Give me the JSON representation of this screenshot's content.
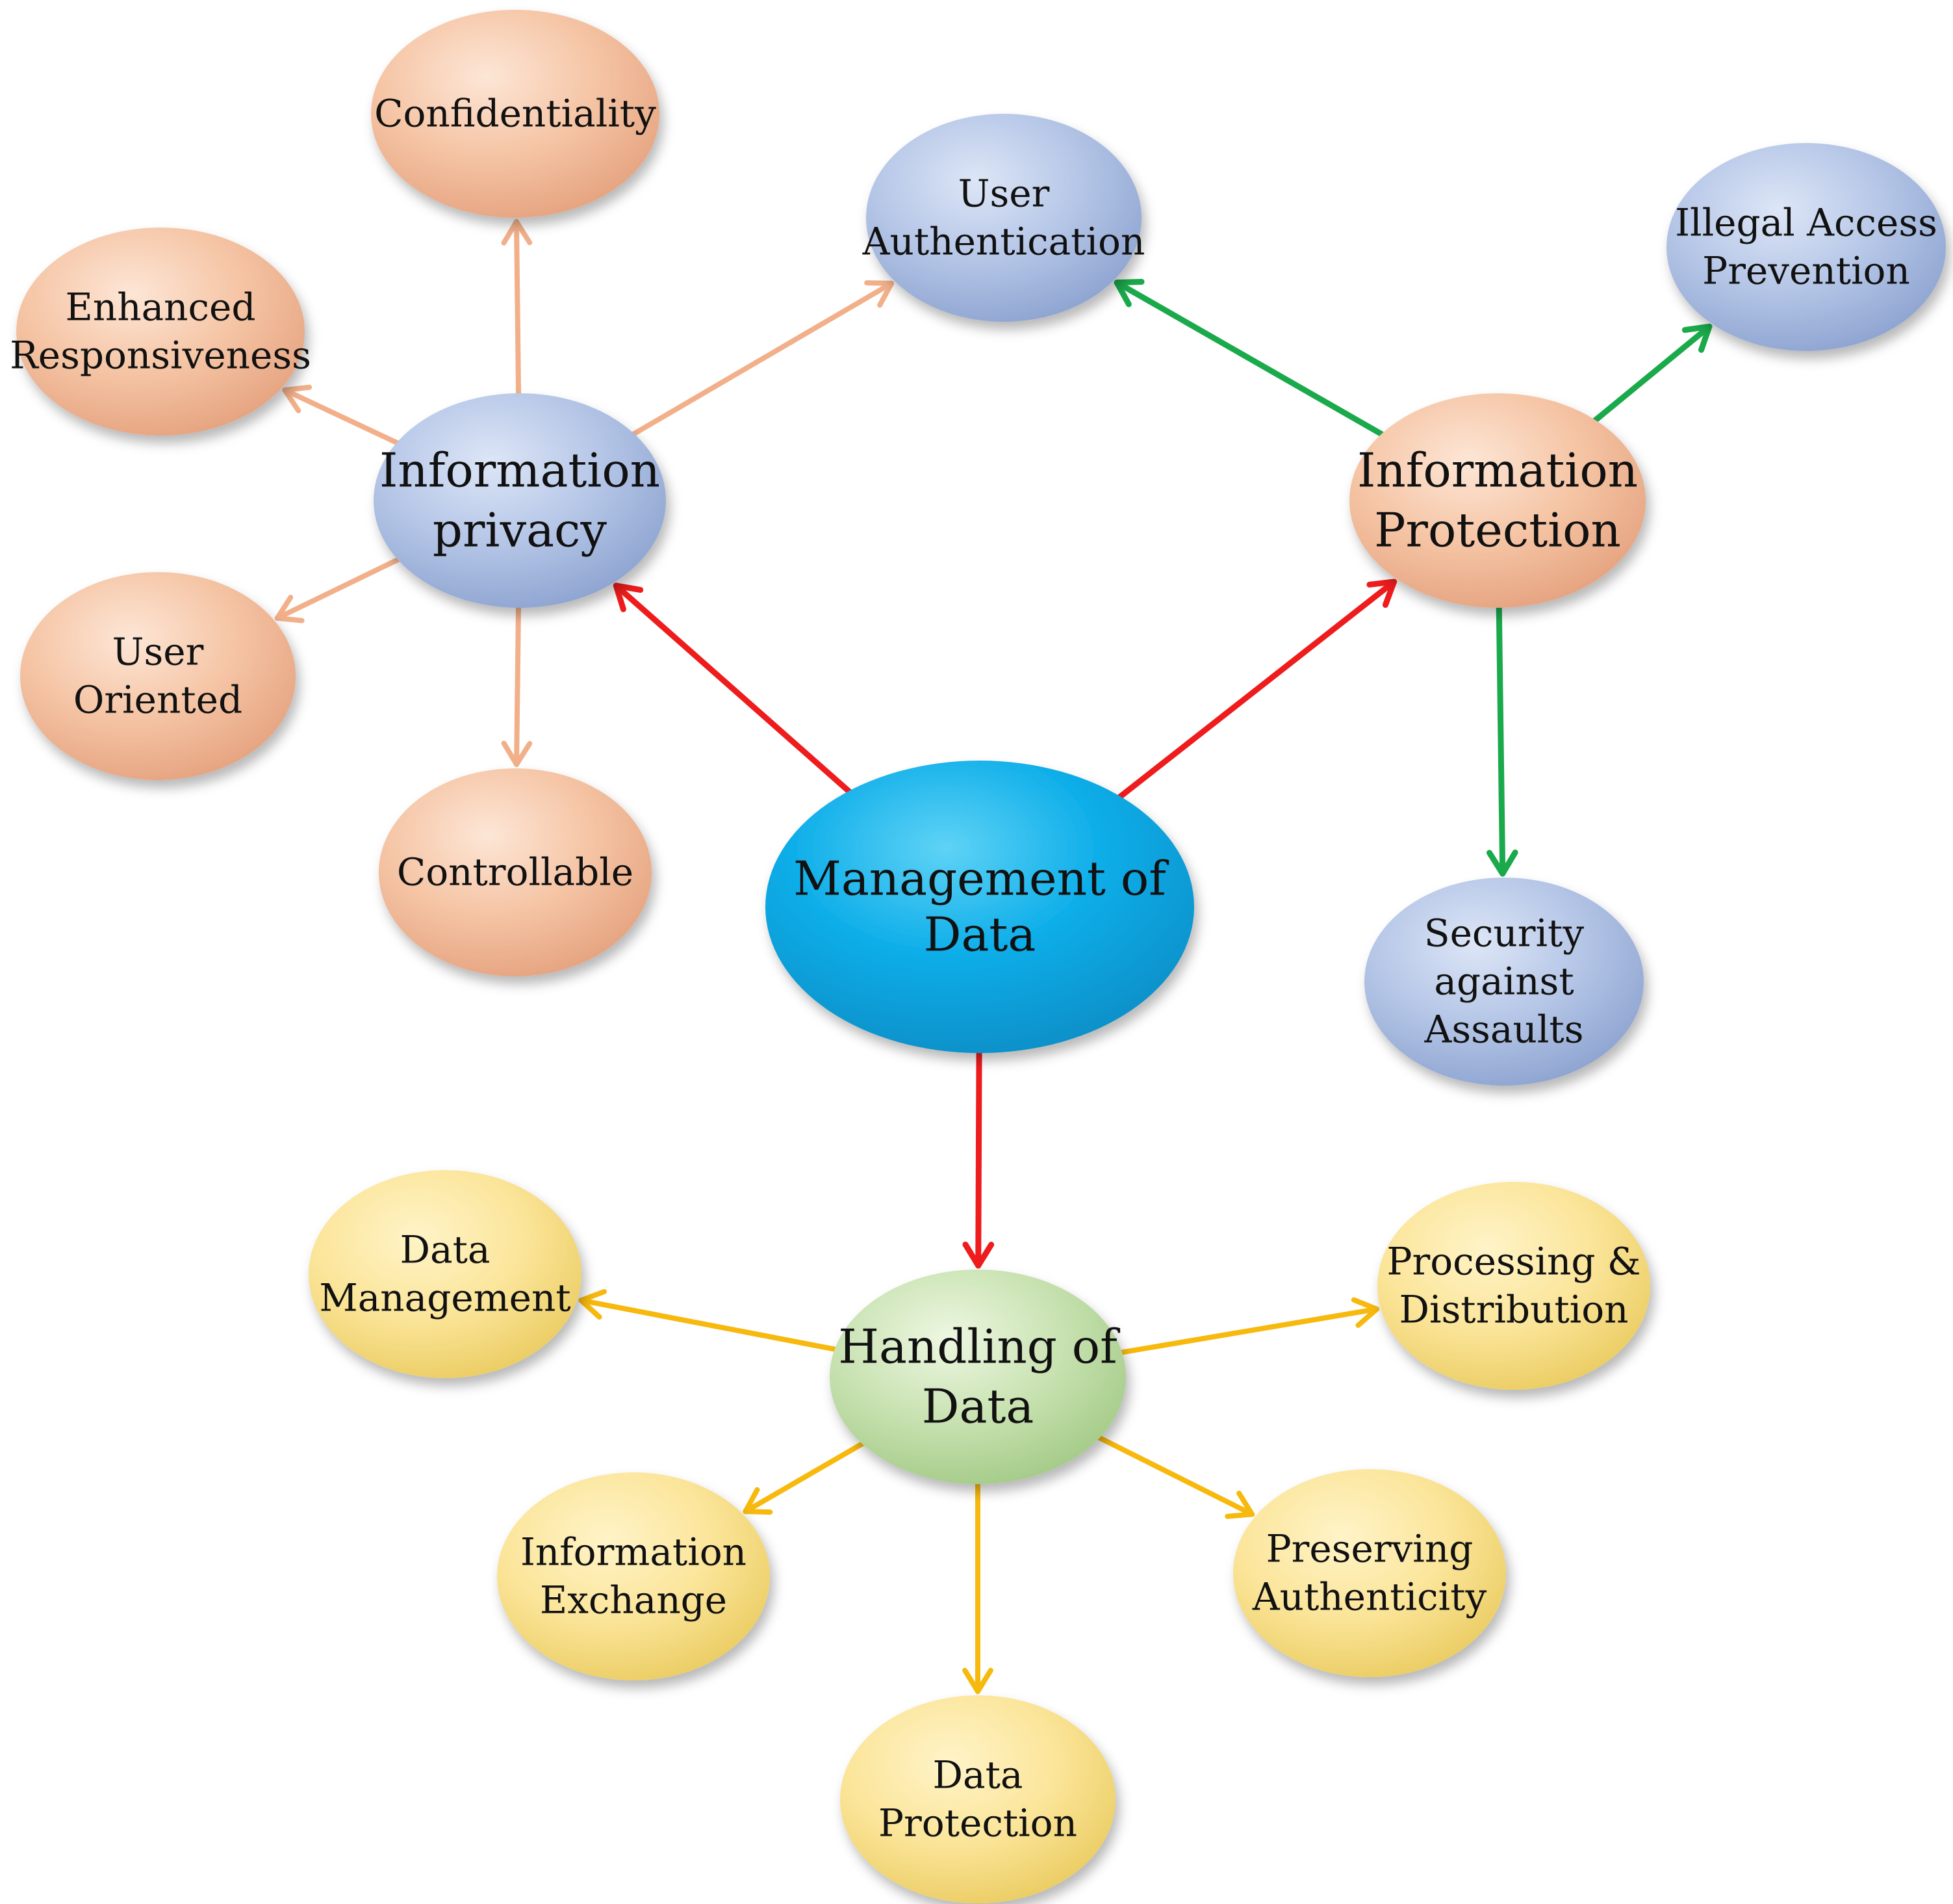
{
  "colors": {
    "red_edge": "#ee1c1c",
    "green_edge": "#1aa94b",
    "orange_edge": "#f2b08a",
    "yellow_edge": "#f7b90d"
  },
  "nodes": {
    "center": {
      "lines": [
        "Management of",
        "Data"
      ],
      "theme": "cyan"
    },
    "privacy": {
      "lines": [
        "Information",
        "privacy"
      ],
      "theme": "blue"
    },
    "protection": {
      "lines": [
        "Information",
        "Protection"
      ],
      "theme": "peach"
    },
    "handling": {
      "lines": [
        "Handling of",
        "Data"
      ],
      "theme": "green"
    },
    "confidentiality": {
      "lines": [
        "Confidentiality"
      ],
      "theme": "peach"
    },
    "enhanced": {
      "lines": [
        "Enhanced",
        "Responsiveness"
      ],
      "theme": "peach"
    },
    "user_oriented": {
      "lines": [
        "User",
        "Oriented"
      ],
      "theme": "peach"
    },
    "controllable": {
      "lines": [
        "Controllable"
      ],
      "theme": "peach"
    },
    "user_auth": {
      "lines": [
        "User",
        "Authentication"
      ],
      "theme": "blue"
    },
    "illegal_access": {
      "lines": [
        "Illegal Access",
        "Prevention"
      ],
      "theme": "blue"
    },
    "security": {
      "lines": [
        "Security",
        "against",
        "Assaults"
      ],
      "theme": "blue"
    },
    "data_mgmt": {
      "lines": [
        "Data",
        "Management"
      ],
      "theme": "yellow"
    },
    "processing": {
      "lines": [
        "Processing &",
        "Distribution"
      ],
      "theme": "yellow"
    },
    "info_exchange": {
      "lines": [
        "Information",
        "Exchange"
      ],
      "theme": "yellow"
    },
    "preserving": {
      "lines": [
        "Preserving",
        "Authenticity"
      ],
      "theme": "yellow"
    },
    "data_protection": {
      "lines": [
        "Data",
        "Protection"
      ],
      "theme": "yellow"
    }
  },
  "edges": [
    {
      "from": "center",
      "to": "privacy",
      "color": "red_edge"
    },
    {
      "from": "center",
      "to": "protection",
      "color": "red_edge"
    },
    {
      "from": "center",
      "to": "handling",
      "color": "red_edge"
    },
    {
      "from": "privacy",
      "to": "confidentiality",
      "color": "orange_edge"
    },
    {
      "from": "privacy",
      "to": "enhanced",
      "color": "orange_edge"
    },
    {
      "from": "privacy",
      "to": "user_oriented",
      "color": "orange_edge"
    },
    {
      "from": "privacy",
      "to": "controllable",
      "color": "orange_edge"
    },
    {
      "from": "privacy",
      "to": "user_auth",
      "color": "orange_edge"
    },
    {
      "from": "protection",
      "to": "user_auth",
      "color": "green_edge"
    },
    {
      "from": "protection",
      "to": "illegal_access",
      "color": "green_edge"
    },
    {
      "from": "protection",
      "to": "security",
      "color": "green_edge"
    },
    {
      "from": "handling",
      "to": "data_mgmt",
      "color": "yellow_edge"
    },
    {
      "from": "handling",
      "to": "processing",
      "color": "yellow_edge"
    },
    {
      "from": "handling",
      "to": "info_exchange",
      "color": "yellow_edge"
    },
    {
      "from": "handling",
      "to": "preserving",
      "color": "yellow_edge"
    },
    {
      "from": "handling",
      "to": "data_protection",
      "color": "yellow_edge"
    }
  ]
}
